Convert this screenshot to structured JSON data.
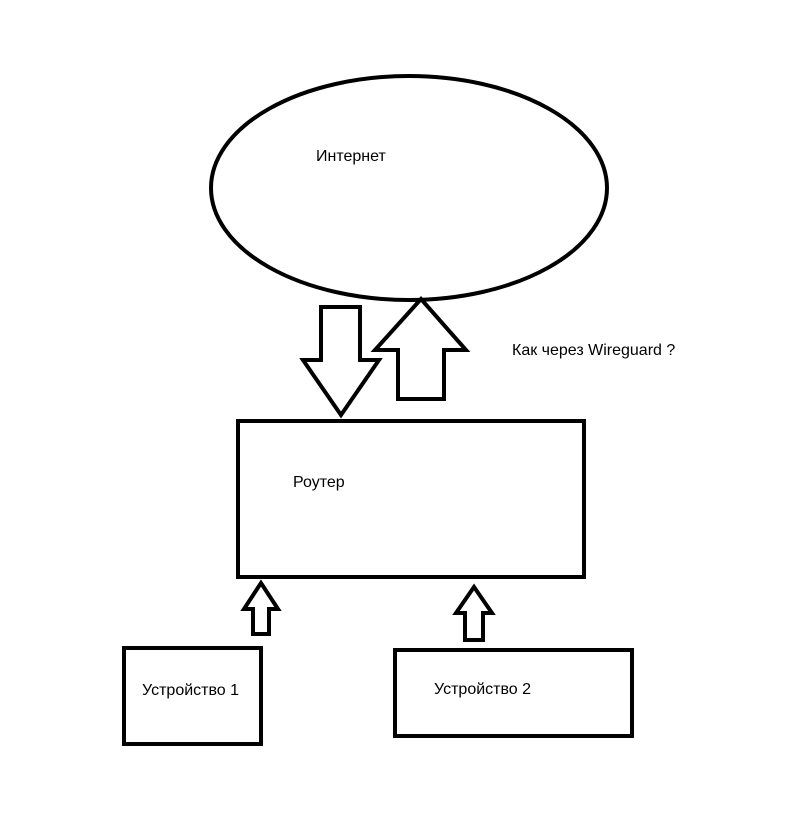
{
  "nodes": {
    "internet": {
      "label": "Интернет"
    },
    "router": {
      "label": "Роутер"
    },
    "device1": {
      "label": "Устройство 1"
    },
    "device2": {
      "label": "Устройство 2"
    }
  },
  "annotation": {
    "text": "Как через Wireguard ?"
  },
  "colors": {
    "stroke": "#000000",
    "fill": "#ffffff",
    "background": "#ffffff"
  }
}
